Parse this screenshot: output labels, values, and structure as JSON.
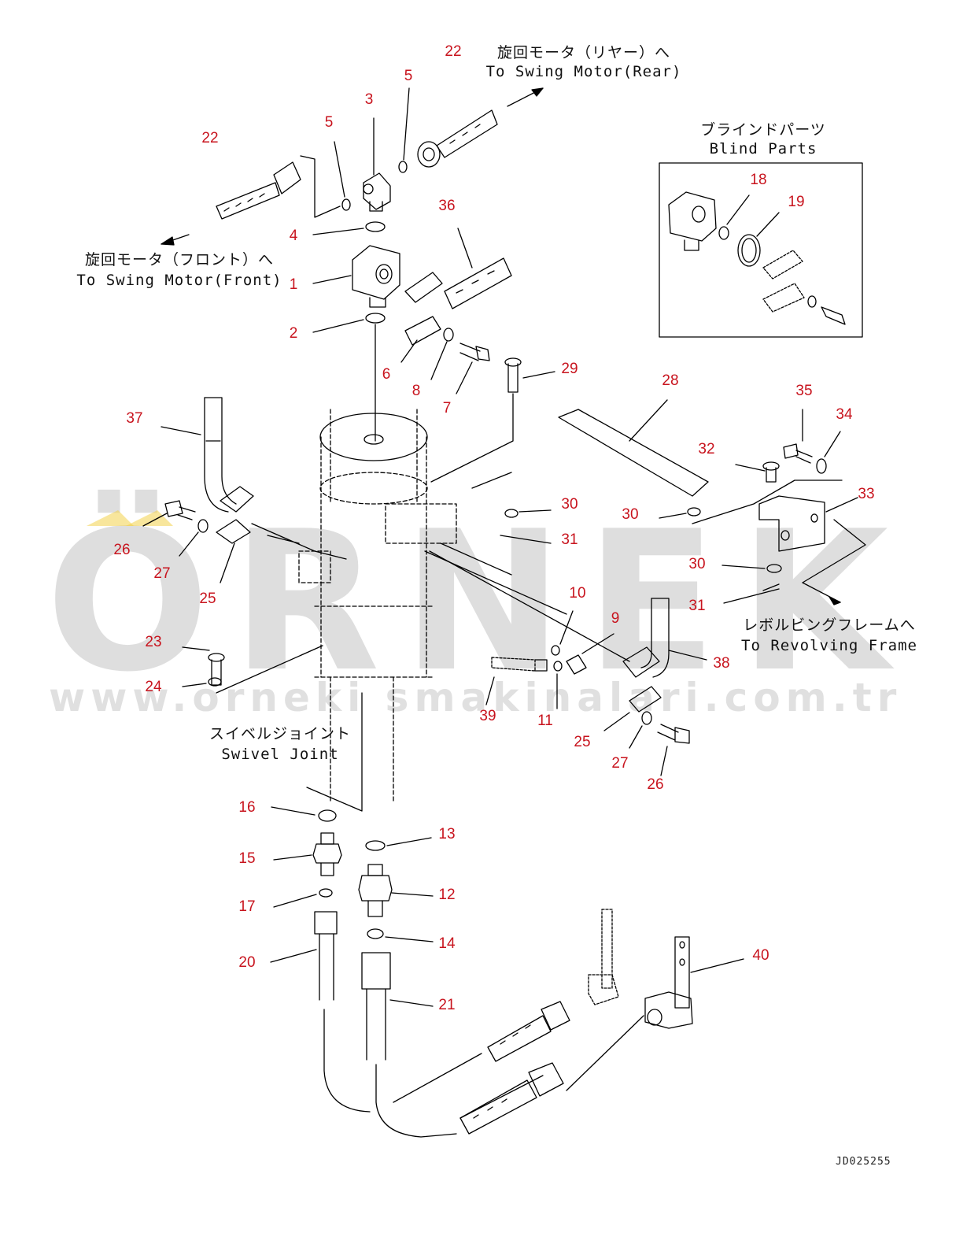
{
  "watermark": {
    "brand": "ÖRNEK",
    "url": "www.orneki smakinalari.com.tr"
  },
  "drawing_code": "JD025255",
  "labels": {
    "swing_rear_jp": "旋回モータ（リヤー）へ",
    "swing_rear_en": "To Swing Motor(Rear)",
    "swing_front_jp": "旋回モータ（フロント）へ",
    "swing_front_en": "To Swing Motor(Front)",
    "blind_jp": "ブラインドパーツ",
    "blind_en": "Blind Parts",
    "revolving_jp": "レボルビングフレームへ",
    "revolving_en": "To Revolving Frame",
    "swivel_jp": "スイベルジョイント",
    "swivel_en": "Swivel Joint"
  },
  "part_numbers": {
    "p22a": "22",
    "p22b": "22",
    "p5a": "5",
    "p5b": "5",
    "p3": "3",
    "p36": "36",
    "p4": "4",
    "p1": "1",
    "p2": "2",
    "p6": "6",
    "p8": "8",
    "p7": "7",
    "p29": "29",
    "p18": "18",
    "p19": "19",
    "p28": "28",
    "p35": "35",
    "p34": "34",
    "p32": "32",
    "p33": "33",
    "p30a": "30",
    "p30b": "30",
    "p30c": "30",
    "p31a": "31",
    "p31b": "31",
    "p37": "37",
    "p26a": "26",
    "p27a": "27",
    "p25a": "25",
    "p10": "10",
    "p9": "9",
    "p38": "38",
    "p23": "23",
    "p24": "24",
    "p39": "39",
    "p11": "11",
    "p25b": "25",
    "p27b": "27",
    "p26b": "26",
    "p16": "16",
    "p15": "15",
    "p13": "13",
    "p12": "12",
    "p17": "17",
    "p14": "14",
    "p20": "20",
    "p21": "21",
    "p40": "40"
  }
}
